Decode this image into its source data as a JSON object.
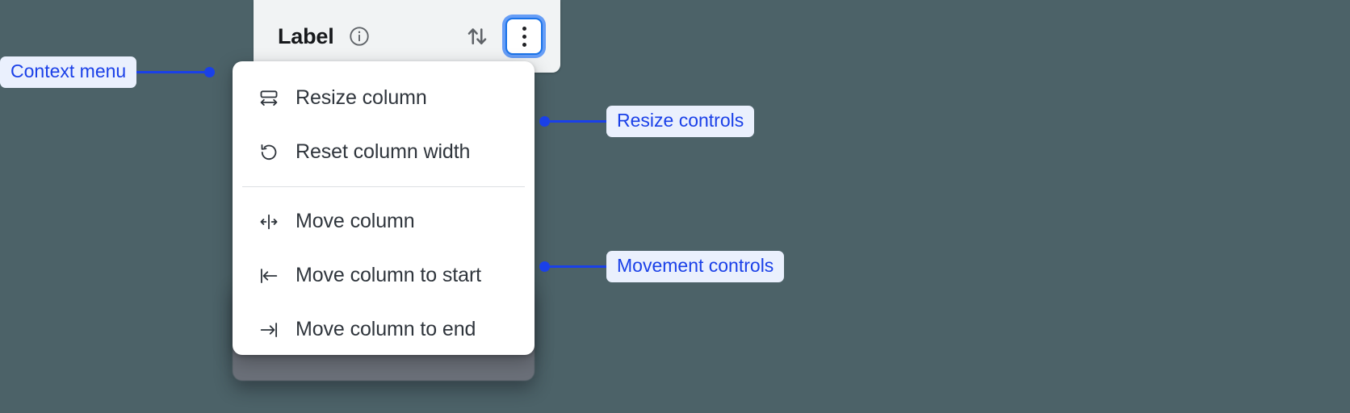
{
  "background_color": "#4c6268",
  "accent_color": "#1a40e8",
  "focus_color": "#1a73e8",
  "column_header": {
    "title": "Label",
    "info_icon": "info-circle-icon",
    "sort_icon": "sort-up-down-icon",
    "menu_button_icon": "more-vert-icon"
  },
  "context_menu": {
    "groups": [
      {
        "name": "resize",
        "items": [
          {
            "icon": "resize-column-icon",
            "label": "Resize column"
          },
          {
            "icon": "reset-width-icon",
            "label": "Reset column width"
          }
        ]
      },
      {
        "name": "movement",
        "items": [
          {
            "icon": "move-column-icon",
            "label": "Move column"
          },
          {
            "icon": "move-to-start-icon",
            "label": "Move column to start"
          },
          {
            "icon": "move-to-end-icon",
            "label": "Move column to end"
          }
        ]
      }
    ]
  },
  "annotations": [
    {
      "id": "context",
      "label": "Context menu"
    },
    {
      "id": "resize",
      "label": "Resize controls"
    },
    {
      "id": "movement",
      "label": "Movement controls"
    }
  ]
}
